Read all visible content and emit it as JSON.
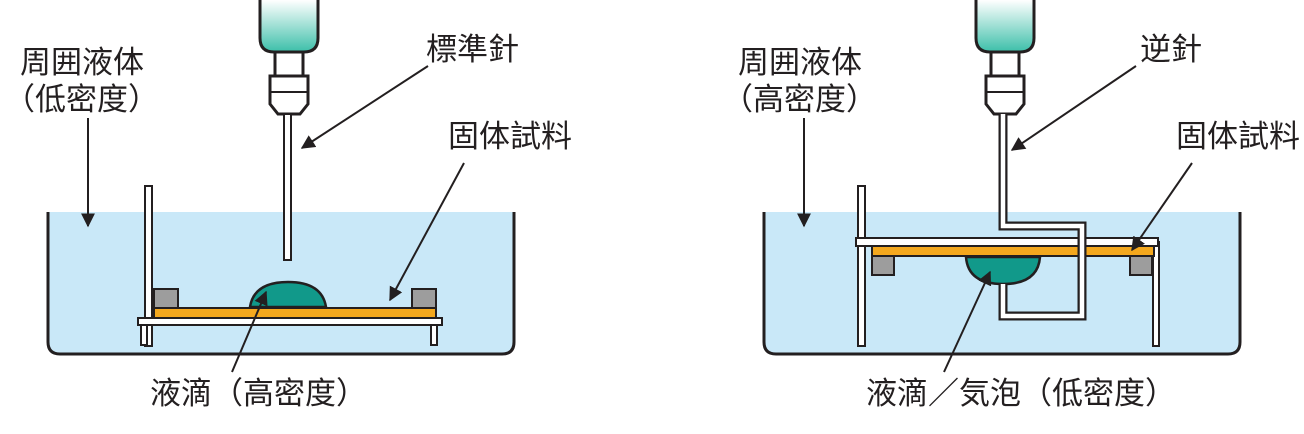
{
  "colors": {
    "liquid": "#c9e8f8",
    "droplet": "#11998a",
    "sample": "#f4a81e",
    "spacer": "#9d9d9d",
    "outline": "#231f20",
    "syringe_fluid": "#3cbfa9"
  },
  "left_panel": {
    "surrounding_liquid_line1": "周囲液体",
    "surrounding_liquid_line2": "（低密度）",
    "needle_label": "標準針",
    "sample_label": "固体試料",
    "droplet_label": "液滴（高密度）"
  },
  "right_panel": {
    "surrounding_liquid_line1": "周囲液体",
    "surrounding_liquid_line2": "（高密度）",
    "needle_label": "逆針",
    "sample_label": "固体試料",
    "droplet_label": "液滴／気泡（低密度）"
  }
}
